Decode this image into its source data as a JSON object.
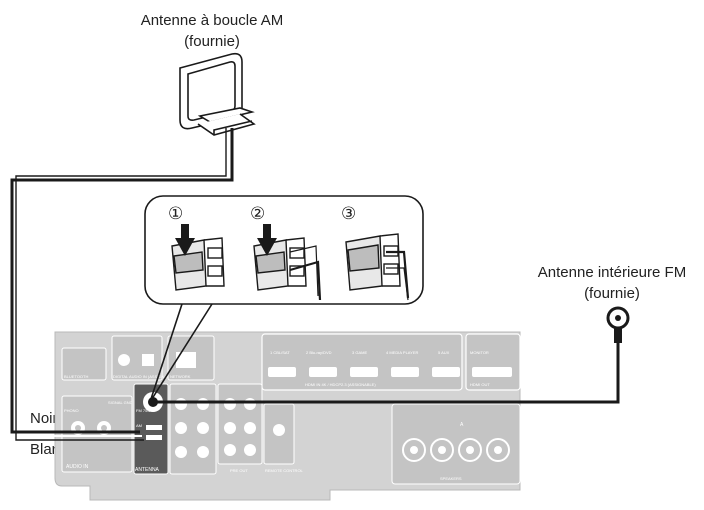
{
  "labels": {
    "am_antenna_line1": "Antenne à boucle AM",
    "am_antenna_line2": "(fournie)",
    "fm_antenna_line1": "Antenne intérieure FM",
    "fm_antenna_line2": "(fournie)",
    "wire_black": "Noir",
    "wire_white": "Blanc"
  },
  "steps": [
    "①",
    "②",
    "③"
  ],
  "panel": {
    "hdmi_inputs": [
      "1 CBL/SAT",
      "2 Blu-ray/DVD",
      "3 GAME",
      "4 MEDIA PLAYER",
      "5 AUX"
    ],
    "hdmi_section": "HDMI IN 4K / HDCP2.3 (ASSIGNABLE)",
    "hdmi_out_top": "MONITOR",
    "hdmi_out": "HDMI OUT",
    "antenna": "ANTENNA",
    "fm": "FM 75Ω",
    "am": "AM",
    "audio_in": "AUDIO IN",
    "phono": "PHONO",
    "signal_gnd": "SIGNAL GND",
    "pre_out": "PRE OUT",
    "remote_control": "REMOTE CONTROL",
    "speakers": "SPEAKERS",
    "network": "NETWORK",
    "digital_in": "DIGITAL AUDIO IN (ASSIGNABLE)",
    "bt": "BLUETOOTH",
    "speaker_a": "A"
  },
  "colors": {
    "line": "#1a1a1a",
    "panel": "#d0d0d0",
    "panel_dark": "#9a9a9a",
    "antenna_block": "#555555"
  }
}
